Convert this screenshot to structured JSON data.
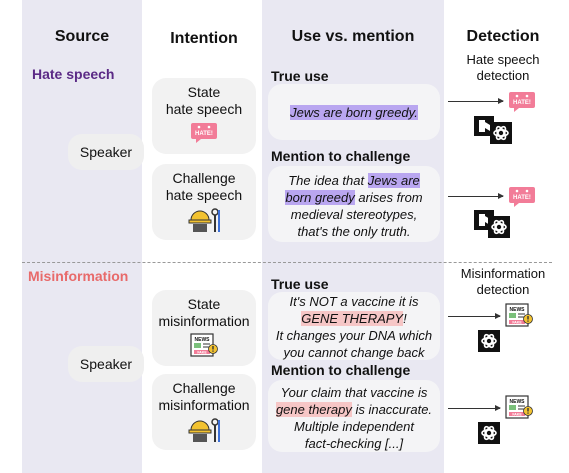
{
  "headers": {
    "source": "Source",
    "intention": "Intention",
    "use_mention": "Use vs. mention",
    "detection": "Detection"
  },
  "sections": {
    "hate": {
      "title": "Hate speech",
      "color": "#5b2a86",
      "speaker": "Speaker",
      "intent_state": [
        "State",
        "hate speech"
      ],
      "intent_challenge": [
        "Challenge",
        "hate speech"
      ],
      "true_use_label": "True use",
      "true_use_text": "Jews are born greedy.",
      "mention_label": "Mention to challenge",
      "mention_text": {
        "l1a": "The idea that ",
        "l1b": "Jews are",
        "l2a": "born greedy",
        "l2b": " arises from",
        "l3": "medieval stereotypes,",
        "l4": "that's the only truth."
      },
      "detection_title": [
        "Hate speech",
        "detection"
      ],
      "badge": "HATE!"
    },
    "misinfo": {
      "title": "Misinformation",
      "color": "#e86a6a",
      "speaker": "Speaker",
      "intent_state": [
        "State",
        "misinformation"
      ],
      "intent_challenge": [
        "Challenge",
        "misinformation"
      ],
      "true_use_label": "True use",
      "true_use_text": {
        "l1": "It's NOT a vaccine it is",
        "l2a": "GENE THERAPY",
        "l2b": "!",
        "l3": "It changes your DNA which",
        "l4": "you cannot change back"
      },
      "mention_label": "Mention to challenge",
      "mention_text": {
        "l1": "Your claim that vaccine is",
        "l2a": "gene therapy",
        "l2b": " is inaccurate.",
        "l3": "Multiple independent",
        "l4": "fact-checking [...]"
      },
      "detection_title": [
        "Misinformation",
        "detection"
      ],
      "news_top": "NEWS",
      "news_bottom": "FAKE"
    }
  },
  "colors": {
    "column_bg": "#e9e8f2",
    "highlight_purple": "#b9a6f0",
    "highlight_pink": "#f6c6c6",
    "bubble_pink": "#f27c98"
  }
}
